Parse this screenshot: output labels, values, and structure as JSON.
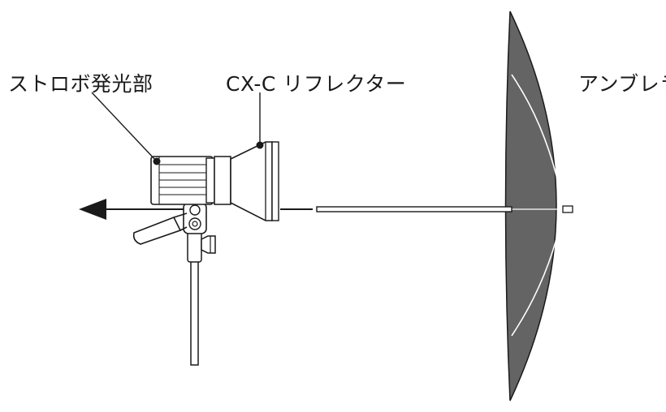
{
  "labels": {
    "strobe_head": "ストロボ発光部",
    "reflector": "CX-C リフレクター",
    "umbrella": "アンブレラ"
  },
  "colors": {
    "line": "#1a1a1a",
    "umbrella_fill": "#646464",
    "umbrella_ribs": "#ffffff",
    "background": "#ffffff"
  },
  "icons": {
    "light_direction": "arrow-left-icon"
  }
}
